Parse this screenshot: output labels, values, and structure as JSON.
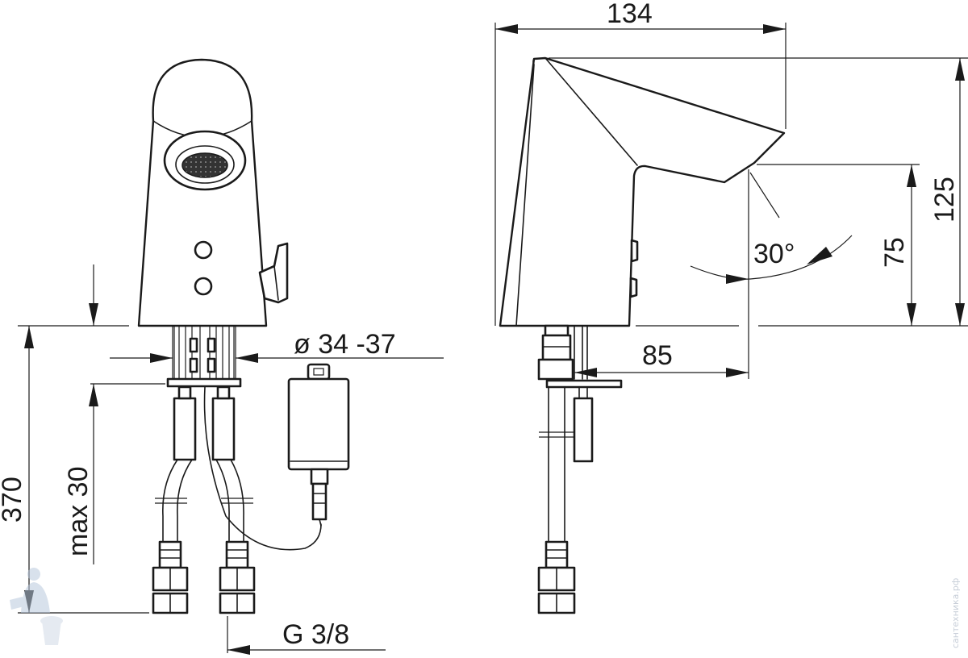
{
  "drawing": {
    "dimensions": {
      "width_total": "134",
      "height_total": "125",
      "spout_height": "75",
      "spout_angle": "30°",
      "reach": "85",
      "hole_diameter": "ø 34 -37",
      "deck_thickness": "max 30",
      "hose_length": "370",
      "thread": "G 3/8"
    },
    "watermark": "сантехника.рф"
  },
  "colors": {
    "line": "#1a1a1a",
    "background": "#ffffff",
    "watermark": "#9aa7b8"
  },
  "icons": {
    "watermark_logo": "plumber-mascot-icon"
  }
}
